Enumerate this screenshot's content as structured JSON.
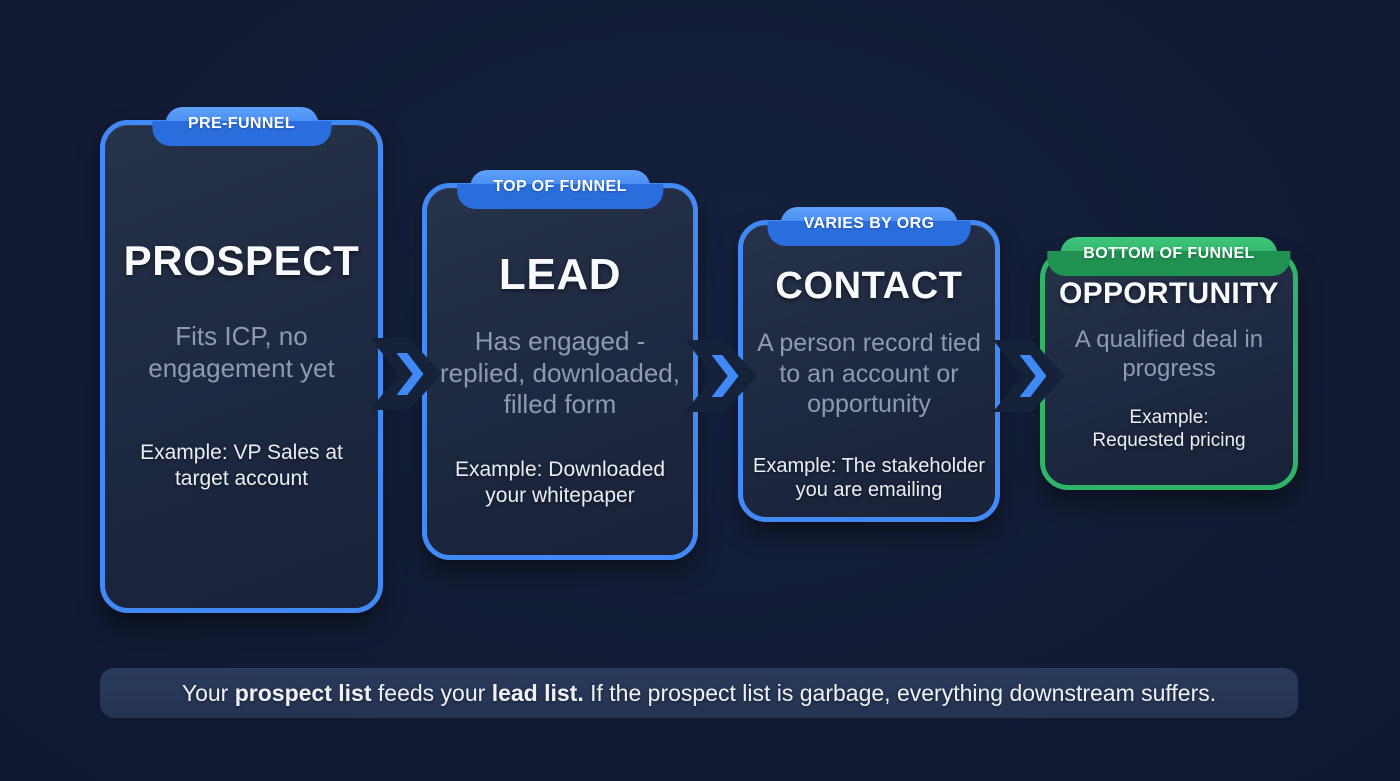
{
  "colors": {
    "background": "#131e36",
    "card_background": "#1d2841",
    "accent_blue": "#3f8af7",
    "accent_green": "#2eb566",
    "muted_text": "#8f9ab0",
    "light_text": "#eef2f8"
  },
  "stages": [
    {
      "badge": "PRE-FUNNEL",
      "title": "PROSPECT",
      "description": "Fits ICP, no engagement yet",
      "example": "Example: VP Sales at target account",
      "accent": "#3f8af7"
    },
    {
      "badge": "TOP OF FUNNEL",
      "title": "LEAD",
      "description": "Has engaged - replied, downloaded, filled form",
      "example": "Example: Downloaded your whitepaper",
      "accent": "#3f8af7"
    },
    {
      "badge": "VARIES BY ORG",
      "title": "CONTACT",
      "description": "A person record tied to an account or opportunity",
      "example": "Example: The stakeholder you are emailing",
      "accent": "#3f8af7"
    },
    {
      "badge": "BOTTOM OF FUNNEL",
      "title": "OPPORTUNITY",
      "description": "A qualified deal in progress",
      "example": "Example: Requested pricing",
      "accent": "#2eb566"
    }
  ],
  "arrows": {
    "icon": "chevron-right",
    "color": "#3f8af7",
    "count": 3
  },
  "footer": {
    "segments": [
      {
        "text": "Your ",
        "bold": false
      },
      {
        "text": "prospect list",
        "bold": true
      },
      {
        "text": " feeds your ",
        "bold": false
      },
      {
        "text": "lead list.",
        "bold": true
      },
      {
        "text": " If the prospect list is garbage, everything downstream suffers.",
        "bold": false
      }
    ]
  }
}
